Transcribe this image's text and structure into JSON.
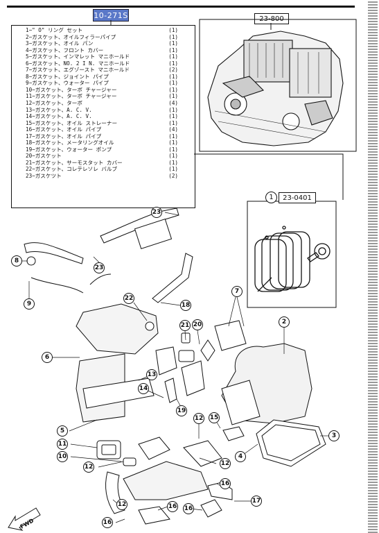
{
  "header": {
    "part_number": "10-271S",
    "assembly_ref": "23-800"
  },
  "subassembly": {
    "callout": "1",
    "ref": "23-0401"
  },
  "parts_list": [
    {
      "label": "1−\" O\" リング セット",
      "qty": "(1)"
    },
    {
      "label": "2−ガスケット、オイルフィラーパイプ",
      "qty": "(1)"
    },
    {
      "label": "3−ガスケット、オイル パン",
      "qty": "(1)"
    },
    {
      "label": "4−ガスケット、フロント カバー",
      "qty": "(1)"
    },
    {
      "label": "5−ガスケット、インマレット マニホールド",
      "qty": "(1)"
    },
    {
      "label": "6−ガスケット、NO. 2 I N. マニホールド",
      "qty": "(1)"
    },
    {
      "label": "7−ガスケット、エグゾースト マニホールド",
      "qty": "(2)"
    },
    {
      "label": "8−ガスケット、ジョイント パイプ",
      "qty": "(1)"
    },
    {
      "label": "9−ガスケット、ウォーター パイプ",
      "qty": "(1)"
    },
    {
      "label": "10−ガスケット、ターボ チャージャー",
      "qty": "(1)"
    },
    {
      "label": "11−ガスケット、ターボ チャージャー",
      "qty": "(1)"
    },
    {
      "label": "12−ガスケット、ターボ",
      "qty": "(4)"
    },
    {
      "label": "13−ガスケット、A. C. V.",
      "qty": "(1)"
    },
    {
      "label": "14−ガスケット、A. C. V.",
      "qty": "(1)"
    },
    {
      "label": "15−ガスケット、オイル ストレーナー",
      "qty": "(1)"
    },
    {
      "label": "16−ガスケット、オイル パイプ",
      "qty": "(4)"
    },
    {
      "label": "17−ガスケット、オイル パイプ",
      "qty": "(1)"
    },
    {
      "label": "18−ガスケット、メータリングオイル",
      "qty": "(1)"
    },
    {
      "label": "19−ガスケット、ウォーター ポンプ",
      "qty": "(1)"
    },
    {
      "label": "20−ガスケット",
      "qty": "(1)"
    },
    {
      "label": "21−ガスケット、サーモスタット カバー",
      "qty": "(1)"
    },
    {
      "label": "22−ガスケット、コレテレソレ バルブ",
      "qty": "(1)"
    },
    {
      "label": "23−ガスケツト",
      "qty": "(2)"
    }
  ],
  "callouts": [
    "23",
    "8",
    "23",
    "9",
    "22",
    "18",
    "21",
    "20",
    "7",
    "2",
    "6",
    "13",
    "14",
    "19",
    "5",
    "12",
    "15",
    "11",
    "10",
    "12",
    "3",
    "4",
    "12",
    "16",
    "12",
    "16",
    "16",
    "17",
    "16"
  ],
  "fwd_label": "FWD",
  "leaders": "· · · · · · · ·"
}
